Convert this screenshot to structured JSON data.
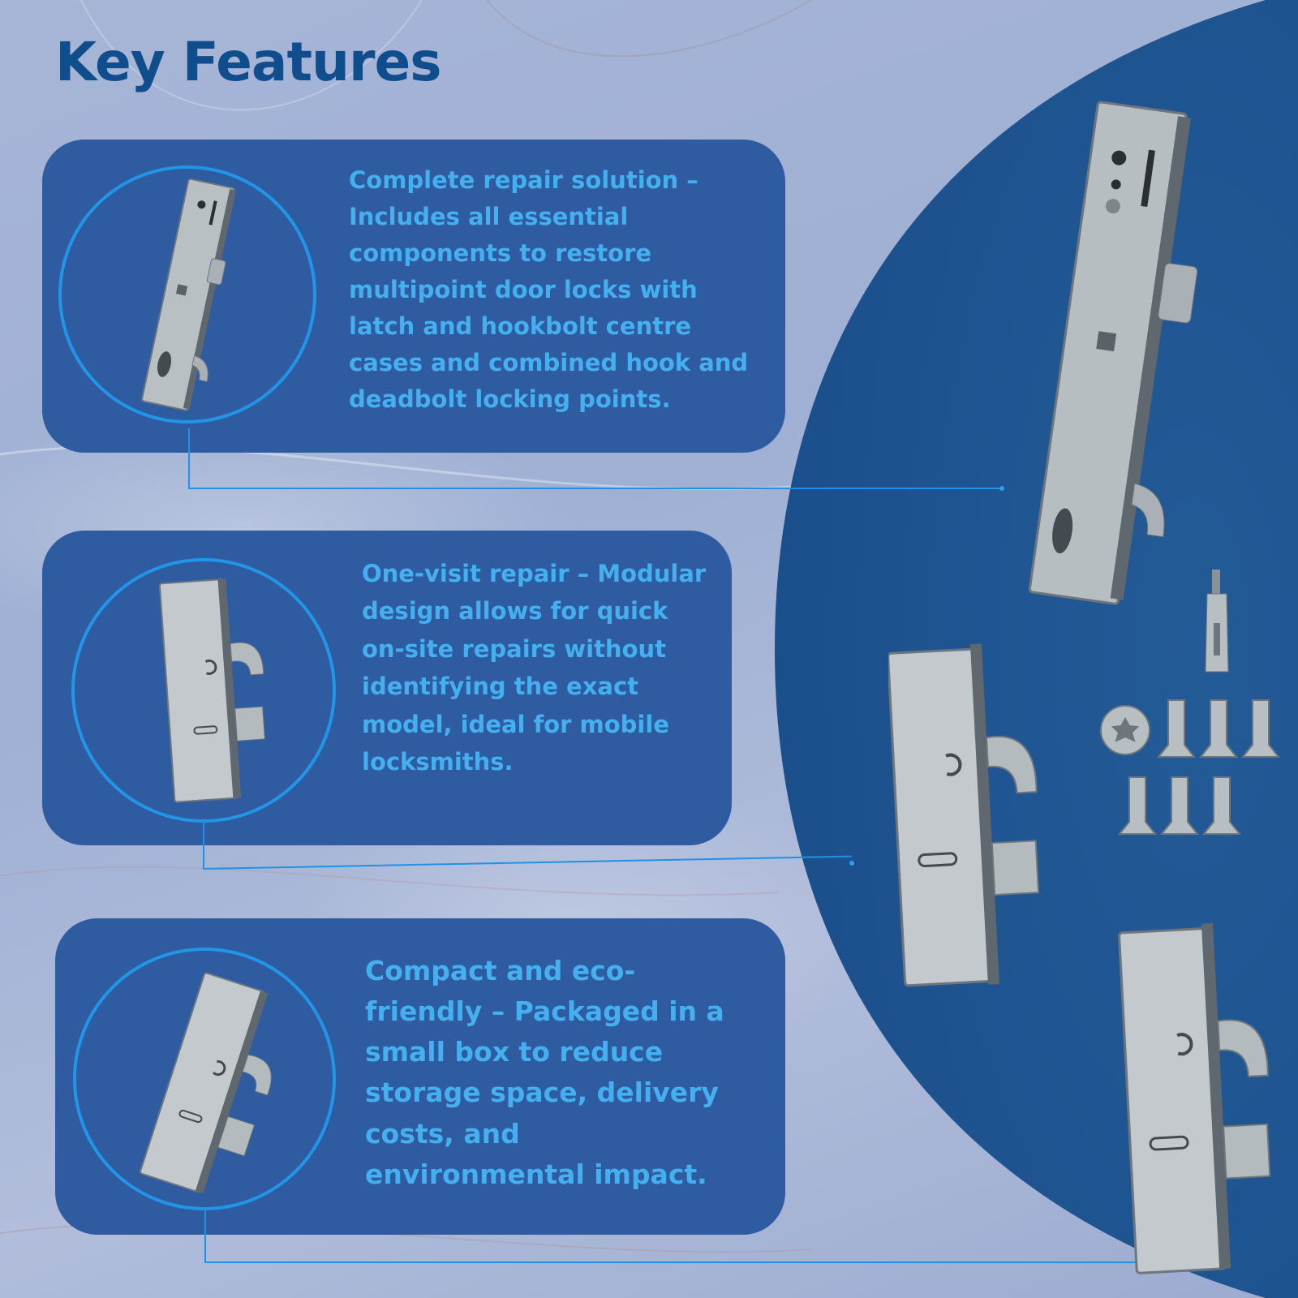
{
  "title": "Key Features",
  "features": [
    {
      "text": "Complete repair solution – Includes all essential components to restore multipoint door locks with latch and hookbolt centre cases and combined hook and deadbolt locking points."
    },
    {
      "text": "One-visit repair – Modular design allows for quick on-site repairs without identifying the exact model, ideal for mobile locksmiths."
    },
    {
      "text": "Compact and eco-friendly – Packaged in a small box to reduce storage space, delivery costs, and environmental impact."
    }
  ],
  "colors": {
    "panel": "#1f5a98",
    "card": "#2f5ba0",
    "ring": "#2196e8",
    "text": "#44b0f0",
    "title": "#0f4d8c"
  },
  "images": {
    "lock_case_tall": "lock-case-tall-image",
    "lock_case_hook_mid": "lock-case-hook-image",
    "lock_case_hook_lower": "lock-case-hook-image",
    "torx_bit": "torx-bit-image",
    "screws": "screw-set-image"
  }
}
